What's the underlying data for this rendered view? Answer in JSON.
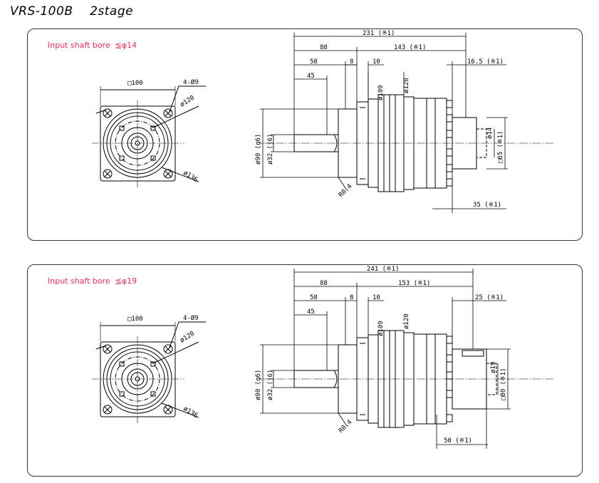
{
  "header": {
    "title": "VRS-100B    2stage"
  },
  "colors": {
    "accent_text": "#e0305a",
    "outline": "#000000",
    "frame": "#333333"
  },
  "drawings": [
    {
      "bore_label": "Input shaft bore  ≦φ14",
      "front": {
        "square": "□100",
        "holes": "4-Ø9",
        "pcd": "ø120",
        "outer": "ø136"
      },
      "side": {
        "total": "231 (※1)",
        "len88": "88",
        "len143": "143 (※1)",
        "len58": "58",
        "len8": "8",
        "len10": "10",
        "len45": "45",
        "tail": "16.5 (※1)",
        "d109": "ø109",
        "d120": "ø120",
        "d90": "ø90 (g6)",
        "d32": "ø32 (j6)",
        "bore_d": "ø14",
        "sq": "□65 (※1)",
        "radius": "R0.4",
        "bottom": "35 (※1)"
      }
    },
    {
      "bore_label": "Input shaft bore  ≦φ19",
      "front": {
        "square": "□100",
        "holes": "4-Ø9",
        "pcd": "ø120",
        "outer": "ø136"
      },
      "side": {
        "total": "241 (※1)",
        "len88": "88",
        "len143": "153 (※1)",
        "len58": "58",
        "len8": "8",
        "len10": "10",
        "len45": "45",
        "tail": "25 (※1)",
        "d109": "ø109",
        "d120": "ø120",
        "d90": "ø90 (g6)",
        "d32": "ø32 (j6)",
        "bore_d": "ø19",
        "sq": "□80 (※1)",
        "radius": "R0.4",
        "bottom": "50 (※1)"
      }
    }
  ]
}
